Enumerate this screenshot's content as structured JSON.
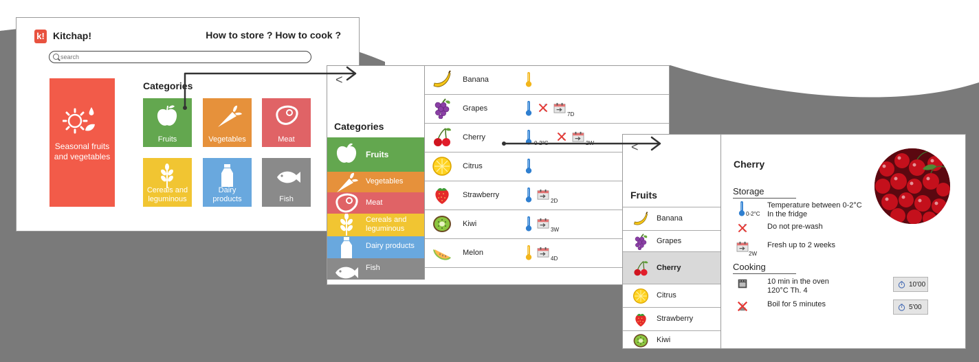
{
  "colors": {
    "fruits": "#63a74f",
    "vegetables": "#e6913b",
    "meat": "#e06366",
    "cereals": "#f1c532",
    "dairy": "#69a8de",
    "fish": "#8a8a8a",
    "seasonal": "#f25b49",
    "background_shape": "#7a7a7a"
  },
  "home": {
    "app_name": "Kitchap!",
    "logo_letter": "k!",
    "tagline": "How to store ? How to cook ?",
    "search_placeholder": "search",
    "seasonal_label": "Seasonal fruits and vegetables",
    "categories_title": "Categories",
    "categories": [
      {
        "label": "Fruits",
        "icon": "apple-icon"
      },
      {
        "label": "Vegetables",
        "icon": "carrot-icon"
      },
      {
        "label": "Meat",
        "icon": "steak-icon"
      },
      {
        "label": "Cereals and leguminous",
        "icon": "wheat-icon"
      },
      {
        "label": "Dairy products",
        "icon": "milk-bottle-icon"
      },
      {
        "label": "Fish",
        "icon": "fish-icon"
      }
    ]
  },
  "category_list": {
    "back_label": "<",
    "categories_title": "Categories",
    "categories": [
      {
        "label": "Fruits",
        "icon": "apple-icon"
      },
      {
        "label": "Vegetables",
        "icon": "carrot-icon"
      },
      {
        "label": "Meat",
        "icon": "steak-icon"
      },
      {
        "label": "Cereals and leguminous",
        "icon": "wheat-icon"
      },
      {
        "label": "Dairy products",
        "icon": "milk-bottle-icon"
      },
      {
        "label": "Fish",
        "icon": "fish-icon"
      }
    ],
    "fruits": [
      {
        "name": "Banana",
        "icon": "banana-icon",
        "storage": [
          {
            "icon": "thermometer-warm-icon",
            "caption": ""
          }
        ]
      },
      {
        "name": "Grapes",
        "icon": "grapes-icon",
        "storage": [
          {
            "icon": "thermometer-cold-icon",
            "caption": ""
          },
          {
            "icon": "no-wash-icon",
            "caption": ""
          },
          {
            "icon": "calendar-icon",
            "caption": "7D"
          }
        ]
      },
      {
        "name": "Cherry",
        "icon": "cherry-icon",
        "storage": [
          {
            "icon": "thermometer-cold-icon",
            "caption": "0-2°C"
          },
          {
            "icon": "no-wash-icon",
            "caption": ""
          },
          {
            "icon": "calendar-icon",
            "caption": "2W"
          }
        ]
      },
      {
        "name": "Citrus",
        "icon": "citrus-icon",
        "storage": [
          {
            "icon": "thermometer-cold-icon",
            "caption": ""
          }
        ]
      },
      {
        "name": "Strawberry",
        "icon": "strawberry-icon",
        "storage": [
          {
            "icon": "thermometer-cold-icon",
            "caption": ""
          },
          {
            "icon": "calendar-icon",
            "caption": "2D"
          }
        ]
      },
      {
        "name": "Kiwi",
        "icon": "kiwi-icon",
        "storage": [
          {
            "icon": "thermometer-cold-icon",
            "caption": ""
          },
          {
            "icon": "calendar-icon",
            "caption": "3W"
          }
        ]
      },
      {
        "name": "Melon",
        "icon": "melon-icon",
        "storage": [
          {
            "icon": "thermometer-warm-icon",
            "caption": ""
          },
          {
            "icon": "calendar-icon",
            "caption": "4D"
          }
        ]
      }
    ]
  },
  "detail": {
    "back_label": "<",
    "sidebar_title": "Fruits",
    "fruits": [
      {
        "name": "Banana",
        "icon": "banana-icon"
      },
      {
        "name": "Grapes",
        "icon": "grapes-icon"
      },
      {
        "name": "Cherry",
        "icon": "cherry-icon",
        "active": true
      },
      {
        "name": "Citrus",
        "icon": "citrus-icon"
      },
      {
        "name": "Strawberry",
        "icon": "strawberry-icon"
      },
      {
        "name": "Kiwi",
        "icon": "kiwi-icon"
      }
    ],
    "title": "Cherry",
    "storage_title": "Storage",
    "storage": [
      {
        "icon": "thermometer-cold-icon",
        "caption": "0-2°C",
        "text_line1": "Temperature between 0-2°C",
        "text_line2": "In the fridge"
      },
      {
        "icon": "no-wash-icon",
        "caption": "",
        "text_line1": "Do not pre-wash",
        "text_line2": ""
      },
      {
        "icon": "calendar-icon",
        "caption": "2W",
        "text_line1": "Fresh up to 2 weeks",
        "text_line2": ""
      }
    ],
    "cooking_title": "Cooking",
    "cooking": [
      {
        "icon": "oven-icon",
        "text_line1": "10 min in the oven",
        "text_line2": "120°C Th. 4",
        "timer": "10'00"
      },
      {
        "icon": "no-boil-icon",
        "text_line1": "Boil for 5 minutes",
        "text_line2": "",
        "timer": "5'00"
      }
    ]
  }
}
